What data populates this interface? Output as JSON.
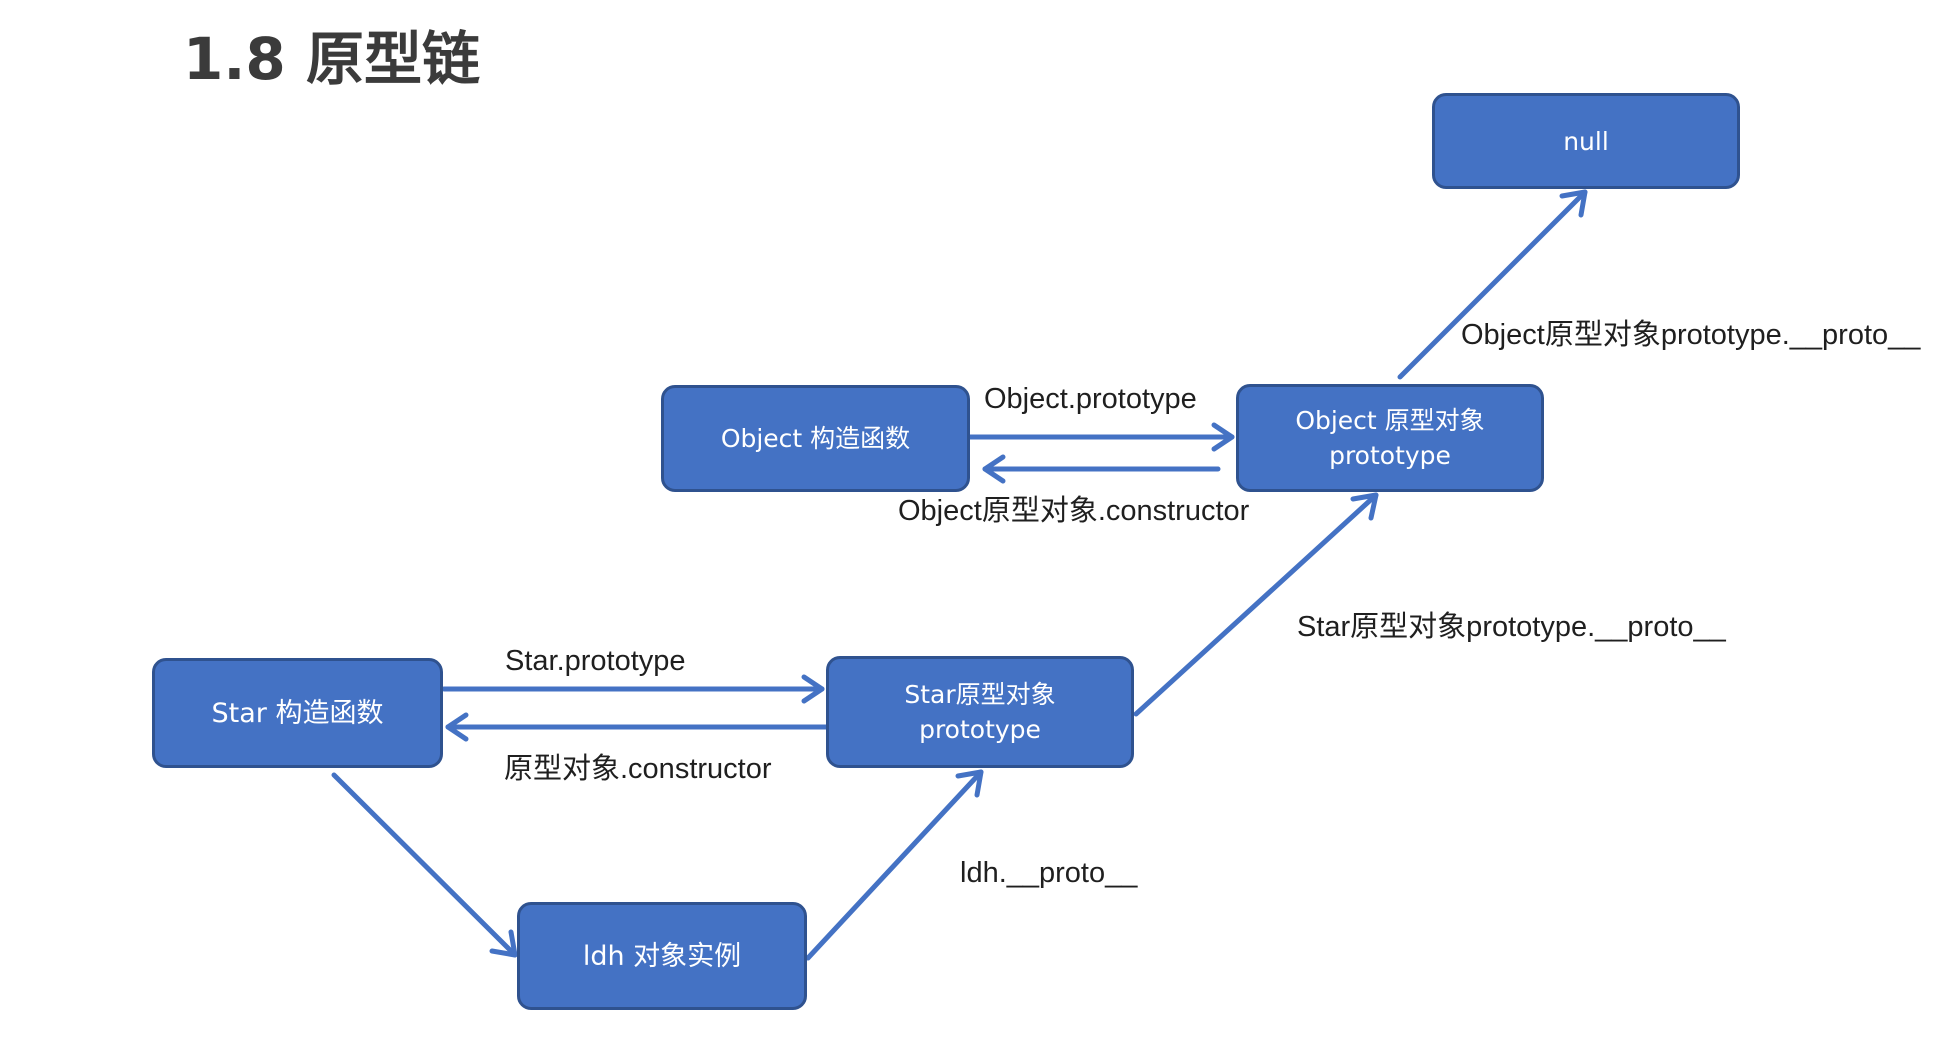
{
  "title": "1.8 原型链",
  "nodes": {
    "null": "null",
    "object_constructor": "Object 构造函数",
    "object_prototype": {
      "line1": "Object 原型对象",
      "line2": "prototype"
    },
    "star_constructor": "Star 构造函数",
    "star_prototype": {
      "line1": "Star原型对象",
      "line2": "prototype"
    },
    "ldh_instance": "ldh 对象实例"
  },
  "edge_labels": {
    "object_proto_to_null": "Object原型对象prototype.__proto__",
    "object_to_prototype": "Object.prototype",
    "object_prototype_constructor": "Object原型对象.constructor",
    "star_proto_to_object_proto": "Star原型对象prototype.__proto__",
    "star_to_prototype": "Star.prototype",
    "star_prototype_constructor": "原型对象.constructor",
    "ldh_proto": "ldh.__proto__"
  },
  "colors": {
    "node_fill": "#4472c4",
    "node_border": "#2f528f",
    "arrow": "#4472c4"
  }
}
